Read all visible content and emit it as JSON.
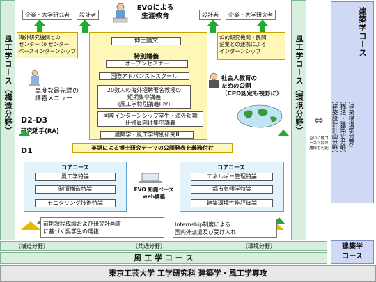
{
  "left_band": {
    "text": "風工学コース（構造分野）"
  },
  "right_band": {
    "text": "風工学コース（環境分野）"
  },
  "arch_course": {
    "main": "建築学コース",
    "sub1": "（建築構造学分野）",
    "sub2": "（構法・建築史分野）",
    "sub3": "（建築設計計画分野）"
  },
  "mutual_note": "互いに他コース科目の履修も可能",
  "top_left_tags": [
    "企業・大学研究者",
    "設計者"
  ],
  "top_right_tags": [
    "設計者",
    "企業・大学研究者"
  ],
  "evo_title": "EVOによる\n生涯教育",
  "note_left": "海外研究機関との\nセンター to センター\nベースインターンシップ",
  "note_right": "公的研究機関・民間\n企業との連携による\nインターンシップ",
  "hakushi": "博士論文",
  "special_title": "特別講義",
  "special_items": [
    "オープンセミナー",
    "国際アドバンストスクール",
    "20数人の海外招聘著名教授の\n短期集中講義\n(風工学特別講義Ⅰ-Ⅳ)",
    "国際インターンシップ学生・海外短期\n研修員向け集中講義",
    "建築学・風工学特別研究Ⅲ"
  ],
  "advanced_menu": "高度な最先端の\n講義メニュー",
  "social_pub": "社会人教育の\nための公開\n（CPD認定も視野に）",
  "d2d3": "D2-D3",
  "ra": "研究助手(RA)",
  "d1": "D1",
  "english_bar": "英語による博士研究テーマの公開発表を義務付け",
  "core_left_title": "コアコース",
  "core_left_items": [
    "風工学特論",
    "制振構造特論",
    "モニタリング技術特論"
  ],
  "core_right_title": "コアコース",
  "core_right_items": [
    "エネルギー管理特論",
    "都市気候学特論",
    "建築環境性能評価論"
  ],
  "evo_web": "EVO 知識ベース\nweb講義",
  "bottom_left": "前期課程成績および研究計画書\nに基づく奨学生の選抜",
  "bottom_right": "Internship制度による\n国内外派遣及び受け入れ",
  "fields": [
    "（構造分野）",
    "（共通分野）",
    "（環境分野）"
  ],
  "kaze_course": "風 工 学 コ ー ス",
  "arch_bottom": "建築学\nコース",
  "footer": "東京工芸大学 工学研究科 建築学・風工学専攻",
  "colors": {
    "green": "#22aa33",
    "side_bg": "#d8efe0",
    "course_bg": "#cfd8f5",
    "gold": "#e8b800"
  }
}
